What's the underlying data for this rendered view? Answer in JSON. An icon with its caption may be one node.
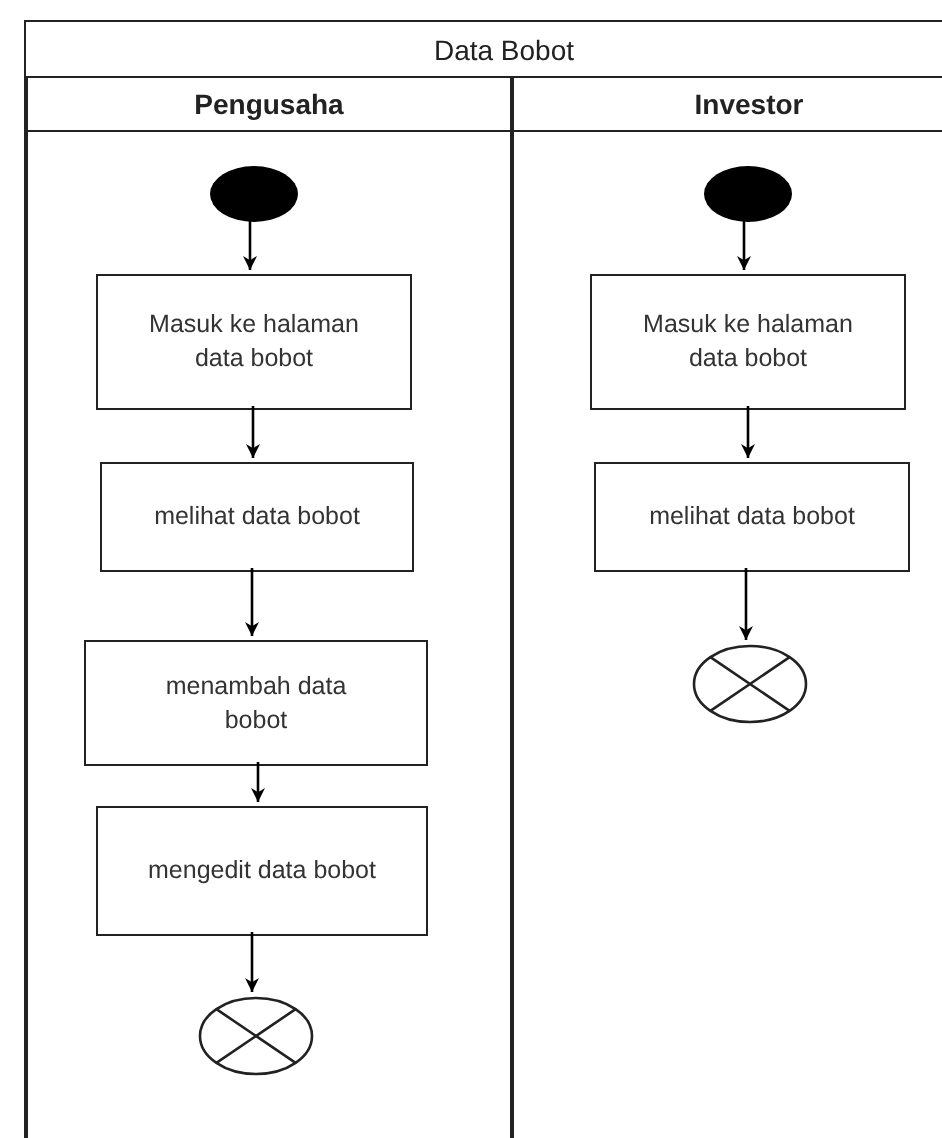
{
  "diagram": {
    "title": "Data Bobot",
    "nodes": [
      {
        "text": [
          "Pengusaha"
        ]
      },
      {
        "text": [
          "Investor"
        ]
      },
      {
        "text": [],
        "shape": "circle",
        "in": 0
      },
      {
        "text": [
          "Masuk ke halaman data bobot"
        ],
        "in": 0
      },
      {
        "text": [
          "melihat data bobot"
        ],
        "in": 0
      },
      {
        "text": [
          "menambah data bobot"
        ],
        "in": 0
      },
      {
        "text": [
          "mengedit data bobot"
        ],
        "in": 0
      },
      {
        "text": [],
        "shape": "cross",
        "in": 0
      },
      {
        "text": [],
        "shape": "circle",
        "in": 1
      },
      {
        "text": [
          "Masuk ke halaman data bobot"
        ],
        "in": 1
      },
      {
        "text": [
          "melihat data bobot"
        ],
        "in": 1
      },
      {
        "text": [],
        "shape": "cross",
        "in": 1
      }
    ],
    "edges": [
      {
        "from": 2,
        "to": 3,
        "arrow": "to"
      },
      {
        "from": 3,
        "to": 4,
        "arrow": "to"
      },
      {
        "from": 4,
        "to": 5,
        "arrow": "to"
      },
      {
        "from": 5,
        "to": 6,
        "arrow": "to"
      },
      {
        "from": 6,
        "to": 7,
        "arrow": "to"
      },
      {
        "from": 8,
        "to": 9,
        "arrow": "to"
      },
      {
        "from": 9,
        "to": 10,
        "arrow": "to"
      },
      {
        "from": 10,
        "to": 11,
        "arrow": "to"
      }
    ]
  }
}
